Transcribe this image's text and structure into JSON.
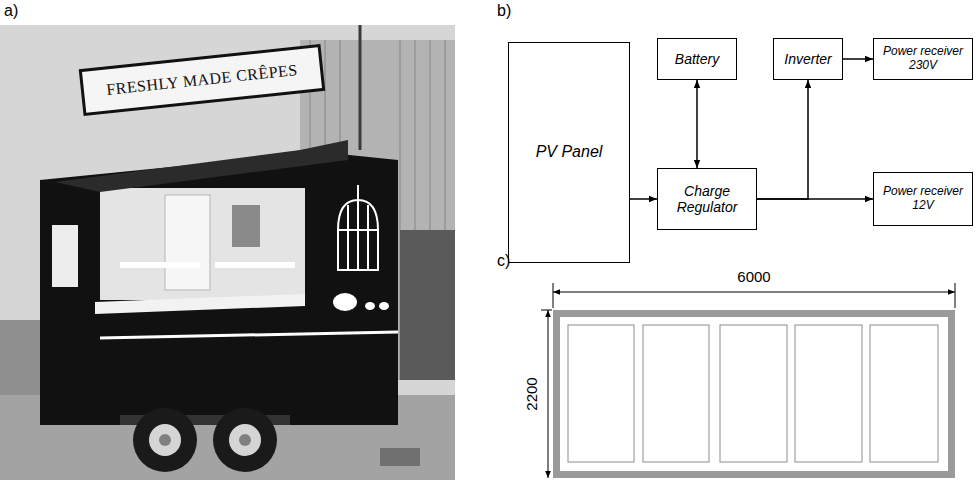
{
  "diagram": {
    "nodes": [
      {
        "text": [
          "PV Panel"
        ]
      },
      {
        "text": [
          "Battery"
        ]
      },
      {
        "text": [
          "Inverter"
        ]
      },
      {
        "text": [
          "Power receiver 230V"
        ]
      },
      {
        "text": [
          "Charge Regulator"
        ]
      },
      {
        "text": [
          "Power receiver 12V"
        ]
      }
    ],
    "edges": [
      {
        "from": 0,
        "to": 4,
        "arrow": "to"
      },
      {
        "from": 4,
        "to": 1,
        "arrow": "both"
      },
      {
        "from": 4,
        "to": 2,
        "arrow": "to"
      },
      {
        "from": 2,
        "to": 3,
        "arrow": "to"
      },
      {
        "from": 4,
        "to": 5,
        "arrow": "to"
      }
    ],
    "labels": [
      "a)",
      "FRESHLY MADE CRÊPES",
      "b)",
      "c)",
      "6000",
      "2200"
    ]
  }
}
